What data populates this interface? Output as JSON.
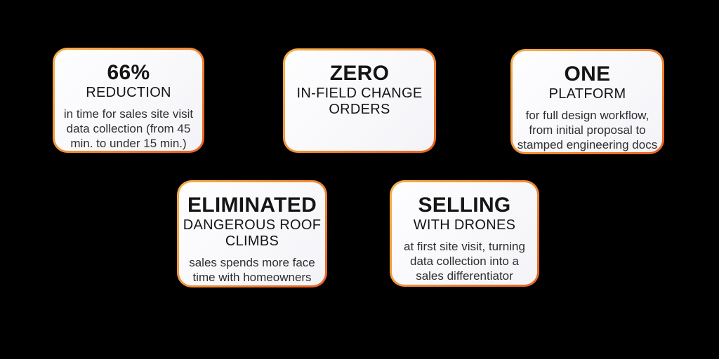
{
  "colors": {
    "page_background": "#000000",
    "border_gradient_start": "#F7B14A",
    "border_gradient_end": "#EB6123",
    "card_background": "#F8F8FB",
    "headline_color": "#151515",
    "body_color": "#2E2E2E"
  },
  "cards": [
    {
      "headline": "66%",
      "subhead": "REDUCTION",
      "body": "in time for sales site visit data collection (from 45 min. to under 15 min.)"
    },
    {
      "headline": "ZERO",
      "subhead": "IN-FIELD CHANGE ORDERS",
      "body": ""
    },
    {
      "headline": "ONE",
      "subhead": "PLATFORM",
      "body": "for full design workflow, from initial proposal to stamped engineering docs"
    },
    {
      "headline": "ELIMINATED",
      "subhead": "DANGEROUS ROOF CLIMBS",
      "body": "sales spends more face time with homeowners"
    },
    {
      "headline": "SELLING",
      "subhead": "WITH DRONES",
      "body": "at first site visit, turning data collection into a sales differentiator"
    }
  ]
}
